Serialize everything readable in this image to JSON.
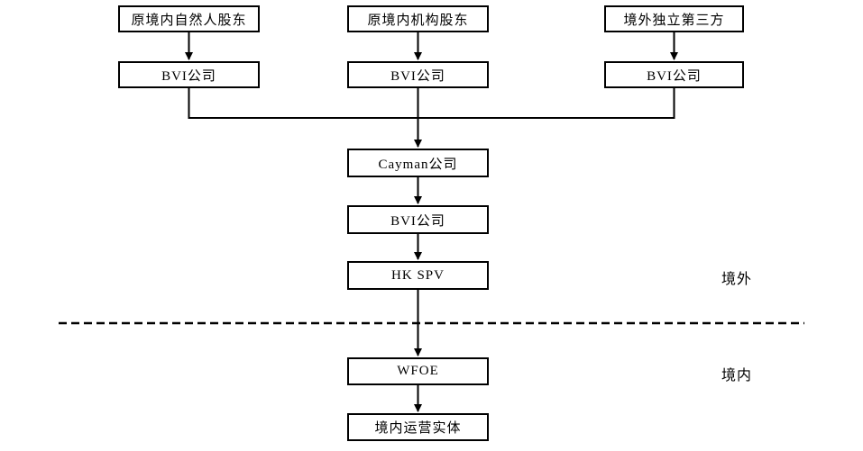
{
  "diagram": {
    "colors": {
      "line": "#000000",
      "background": "#ffffff",
      "box_fill": "#ffffff",
      "box_border": "#000000",
      "text": "#000000"
    },
    "nodes": [
      {
        "id": "original-domestic-natural-person-shareholders",
        "label": "原境内自然人股东"
      },
      {
        "id": "original-domestic-institutional-shareholders",
        "label": "原境内机构股东"
      },
      {
        "id": "offshore-independent-third-party",
        "label": "境外独立第三方"
      },
      {
        "id": "bvi-company-left",
        "label": "BVI公司"
      },
      {
        "id": "bvi-company-middle",
        "label": "BVI公司"
      },
      {
        "id": "bvi-company-right",
        "label": "BVI公司"
      },
      {
        "id": "cayman-company",
        "label": "Cayman公司"
      },
      {
        "id": "bvi-company-lower",
        "label": "BVI公司"
      },
      {
        "id": "hk-spv",
        "label": "HK SPV"
      },
      {
        "id": "wfoe",
        "label": "WFOE"
      },
      {
        "id": "domestic-operating-entity",
        "label": "境内运营实体"
      }
    ],
    "region_labels": [
      {
        "id": "offshore",
        "label": "境外"
      },
      {
        "id": "onshore",
        "label": "境内"
      }
    ],
    "divider": {
      "style": "dashed",
      "separates": "境外 / 境内"
    }
  }
}
